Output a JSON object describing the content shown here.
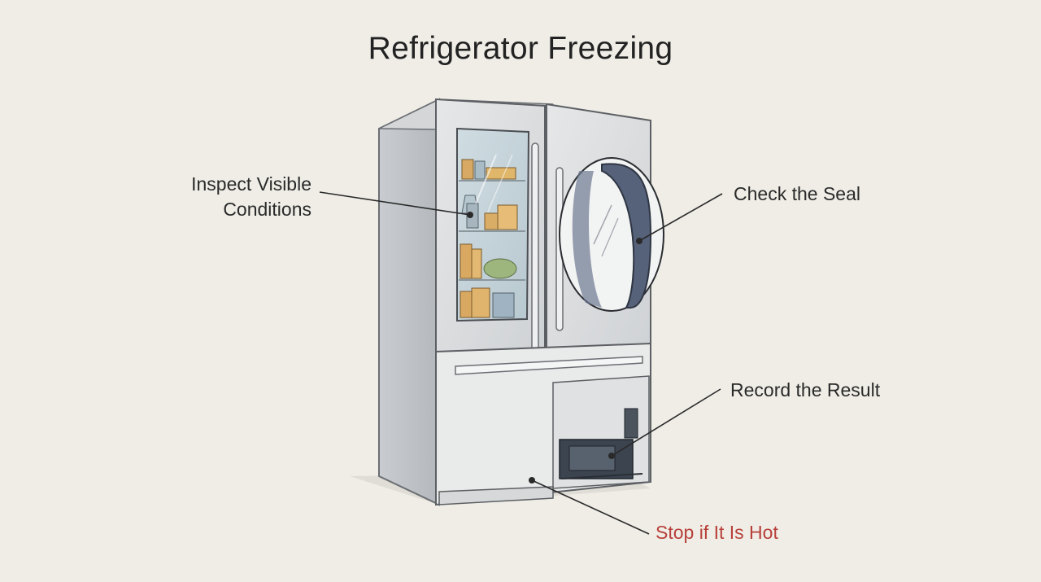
{
  "title": "Refrigerator Freezing",
  "callouts": {
    "inspect": "Inspect Visible\nConditions",
    "inspect_line1": "Inspect Visible",
    "inspect_line2": "Conditions",
    "seal": "Check the Seal",
    "record": "Record the Result",
    "stop": "Stop if It Is Hot"
  },
  "colors": {
    "background": "#efede6",
    "warning_text": "#b8403a",
    "gasket": "#56627a"
  }
}
